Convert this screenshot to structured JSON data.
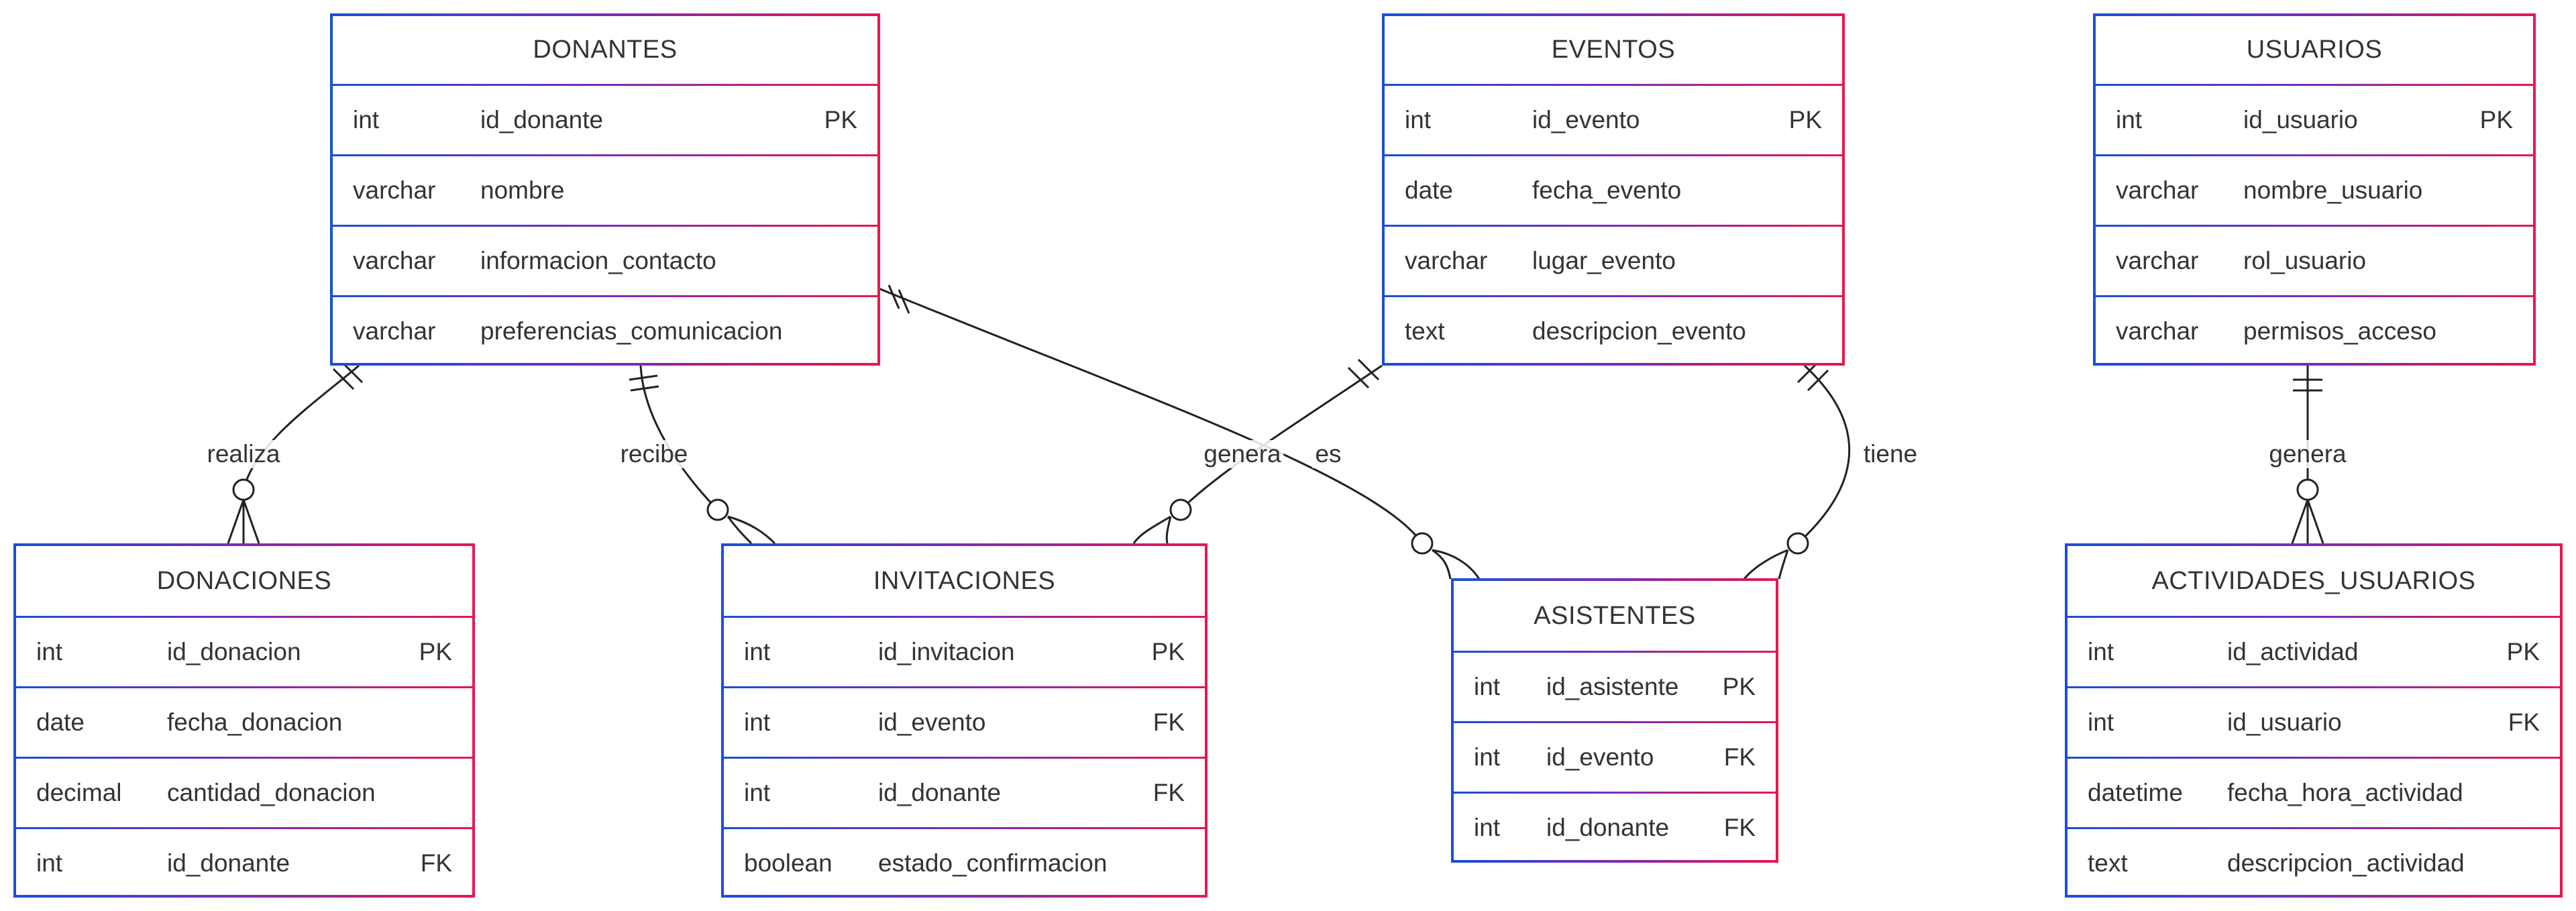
{
  "entities": {
    "donantes": {
      "title": "DONANTES",
      "rows": [
        {
          "type": "int",
          "name": "id_donante",
          "key": "PK"
        },
        {
          "type": "varchar",
          "name": "nombre",
          "key": ""
        },
        {
          "type": "varchar",
          "name": "informacion_contacto",
          "key": ""
        },
        {
          "type": "varchar",
          "name": "preferencias_comunicacion",
          "key": ""
        }
      ]
    },
    "eventos": {
      "title": "EVENTOS",
      "rows": [
        {
          "type": "int",
          "name": "id_evento",
          "key": "PK"
        },
        {
          "type": "date",
          "name": "fecha_evento",
          "key": ""
        },
        {
          "type": "varchar",
          "name": "lugar_evento",
          "key": ""
        },
        {
          "type": "text",
          "name": "descripcion_evento",
          "key": ""
        }
      ]
    },
    "usuarios": {
      "title": "USUARIOS",
      "rows": [
        {
          "type": "int",
          "name": "id_usuario",
          "key": "PK"
        },
        {
          "type": "varchar",
          "name": "nombre_usuario",
          "key": ""
        },
        {
          "type": "varchar",
          "name": "rol_usuario",
          "key": ""
        },
        {
          "type": "varchar",
          "name": "permisos_acceso",
          "key": ""
        }
      ]
    },
    "donaciones": {
      "title": "DONACIONES",
      "rows": [
        {
          "type": "int",
          "name": "id_donacion",
          "key": "PK"
        },
        {
          "type": "date",
          "name": "fecha_donacion",
          "key": ""
        },
        {
          "type": "decimal",
          "name": "cantidad_donacion",
          "key": ""
        },
        {
          "type": "int",
          "name": "id_donante",
          "key": "FK"
        }
      ]
    },
    "invitaciones": {
      "title": "INVITACIONES",
      "rows": [
        {
          "type": "int",
          "name": "id_invitacion",
          "key": "PK"
        },
        {
          "type": "int",
          "name": "id_evento",
          "key": "FK"
        },
        {
          "type": "int",
          "name": "id_donante",
          "key": "FK"
        },
        {
          "type": "boolean",
          "name": "estado_confirmacion",
          "key": ""
        }
      ]
    },
    "asistentes": {
      "title": "ASISTENTES",
      "rows": [
        {
          "type": "int",
          "name": "id_asistente",
          "key": "PK"
        },
        {
          "type": "int",
          "name": "id_evento",
          "key": "FK"
        },
        {
          "type": "int",
          "name": "id_donante",
          "key": "FK"
        }
      ]
    },
    "actividades_usuarios": {
      "title": "ACTIVIDADES_USUARIOS",
      "rows": [
        {
          "type": "int",
          "name": "id_actividad",
          "key": "PK"
        },
        {
          "type": "int",
          "name": "id_usuario",
          "key": "FK"
        },
        {
          "type": "datetime",
          "name": "fecha_hora_actividad",
          "key": ""
        },
        {
          "type": "text",
          "name": "descripcion_actividad",
          "key": ""
        }
      ]
    }
  },
  "relationships": {
    "realiza": "realiza",
    "recibe": "recibe",
    "genera_evento": "genera",
    "es": "es",
    "tiene": "tiene",
    "genera_usuario": "genera"
  },
  "colors": {
    "border_start": "#1a4fd6",
    "border_end": "#e8174f",
    "line": "#222222",
    "text": "#333333"
  }
}
